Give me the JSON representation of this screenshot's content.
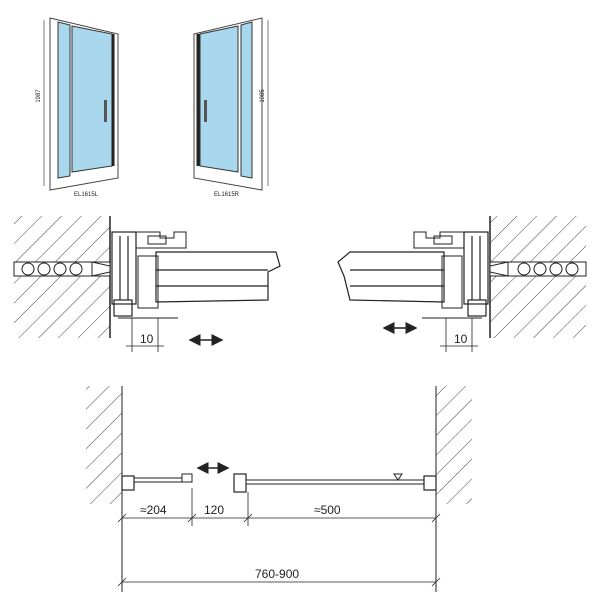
{
  "top_left_view": {
    "label": "EL1615L",
    "height_text": "1987"
  },
  "top_right_view": {
    "label": "EL1615R",
    "height_text": "1985"
  },
  "detail_left": {
    "dim_text": "10",
    "arrow": "double-arrow-icon"
  },
  "detail_right": {
    "dim_text": "10",
    "arrow": "double-arrow-icon"
  },
  "plan_view": {
    "dim_fixed": "≈204",
    "dim_gap": "120",
    "dim_door": "≈500",
    "dim_total": "760-900",
    "arrow": "double-arrow-icon"
  },
  "colors": {
    "glass": "#a9d7ee",
    "line": "#222222",
    "frame": "#333333"
  }
}
